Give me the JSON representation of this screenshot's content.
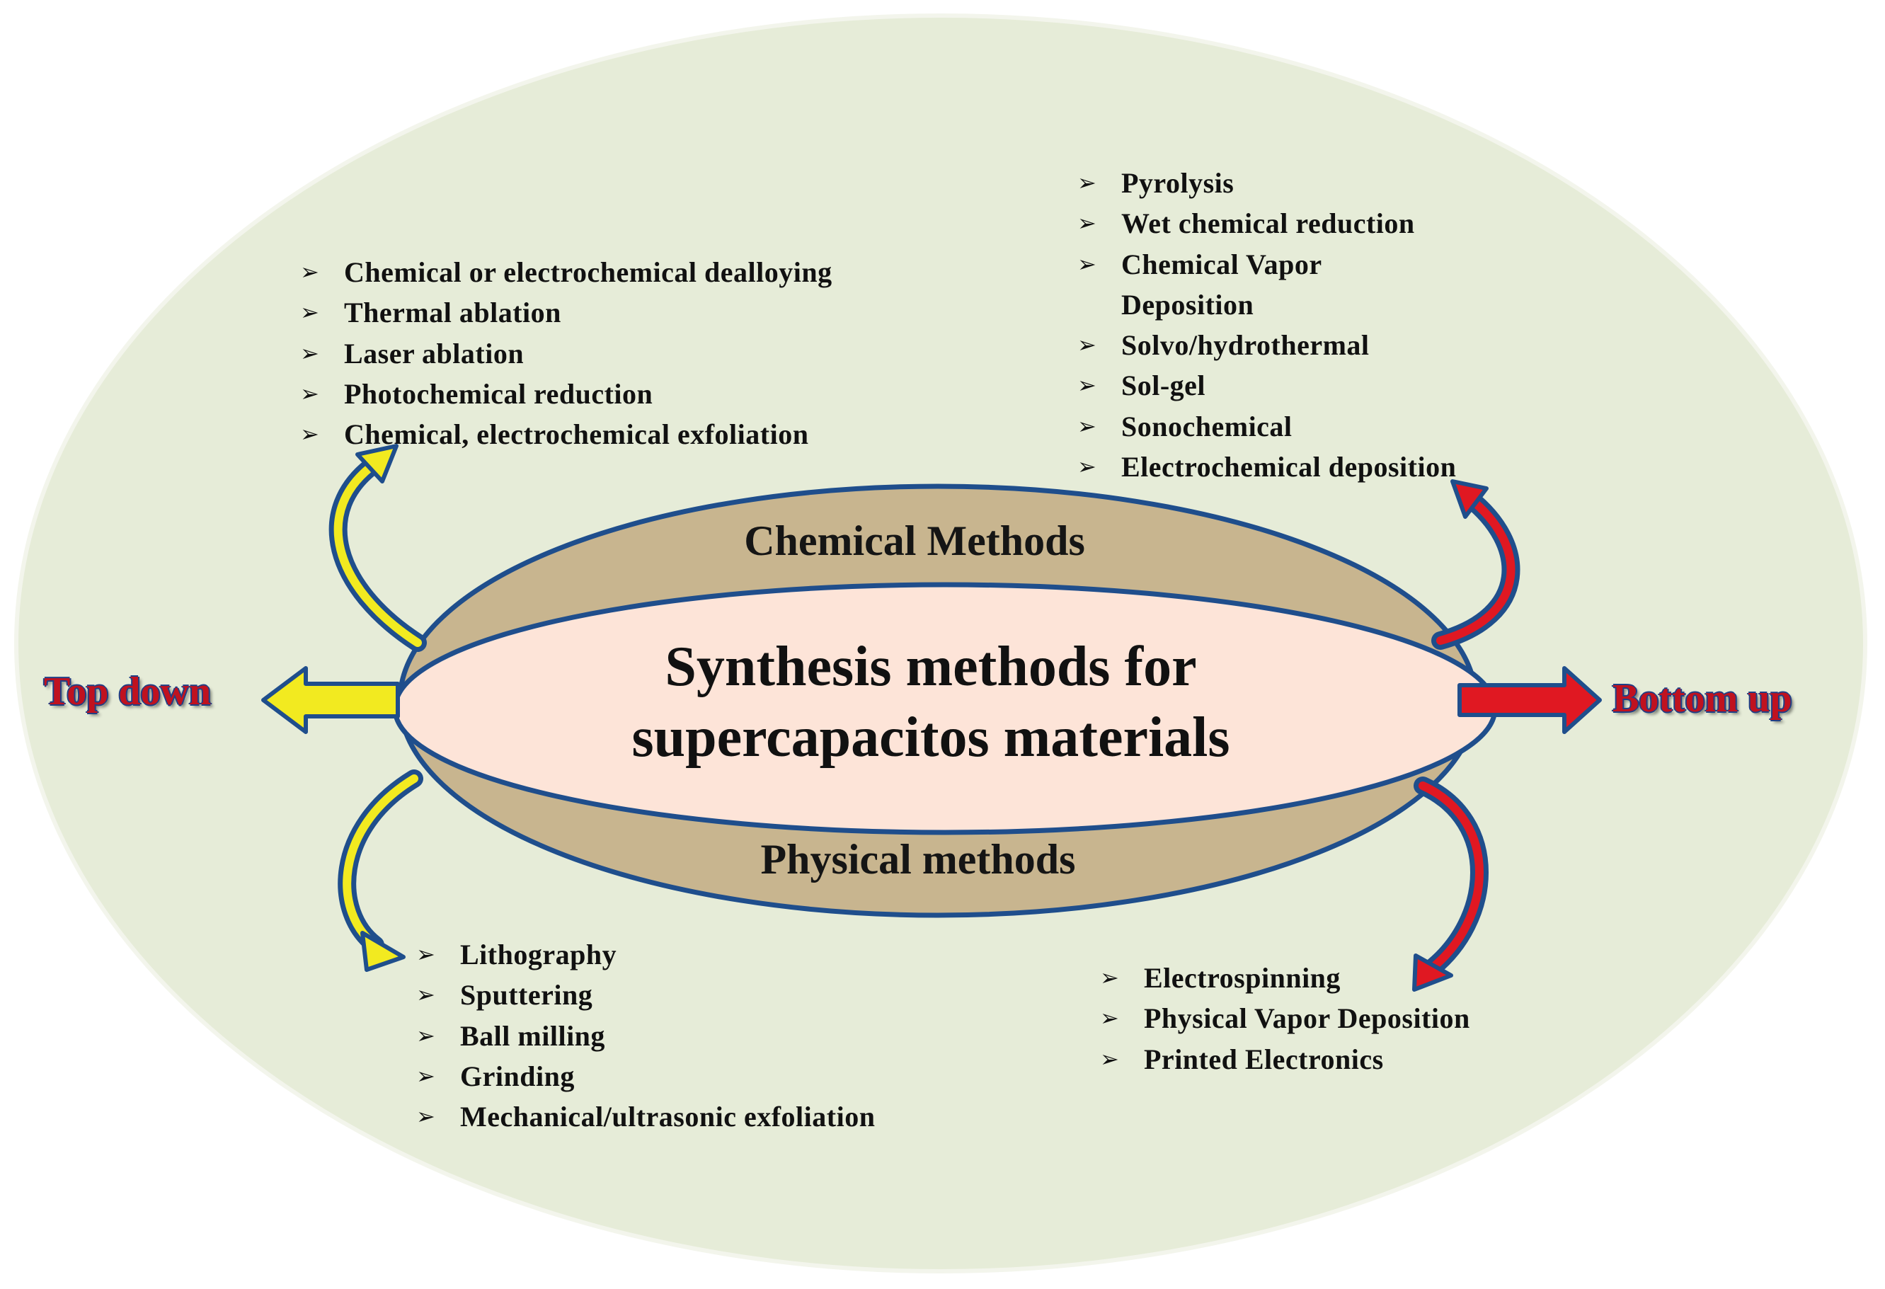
{
  "colors": {
    "background_ellipse": "#e6ecd8",
    "outer_ellipse_band": "#c8b58f",
    "inner_ellipse": "#fde4d8",
    "outline_blue": "#1f4e8c",
    "arrow_yellow": "#f2ea20",
    "arrow_red": "#e01822",
    "side_label_text": "#c0121f"
  },
  "center": {
    "title_line1": "Synthesis methods for",
    "title_line2": "supercapacitos materials",
    "chemical_label": "Chemical Methods",
    "physical_label": "Physical methods"
  },
  "top_down_label": "Top down",
  "bottom_up_label": "Bottom up",
  "top_down_chemical": [
    "Chemical or electrochemical dealloying",
    "Thermal ablation",
    "Laser ablation",
    "Photochemical reduction",
    "Chemical, electrochemical exfoliation"
  ],
  "bottom_up_chemical": [
    "Pyrolysis",
    "Wet chemical reduction",
    "Chemical Vapor",
    "Deposition",
    "Solvo/hydrothermal",
    "Sol-gel",
    "Sonochemical",
    "Electrochemical deposition"
  ],
  "top_down_physical": [
    "Lithography",
    "Sputtering",
    "Ball milling",
    "Grinding",
    "Mechanical/ultrasonic exfoliation"
  ],
  "bottom_up_physical": [
    "Electrospinning",
    "Physical Vapor Deposition",
    "Printed Electronics"
  ]
}
